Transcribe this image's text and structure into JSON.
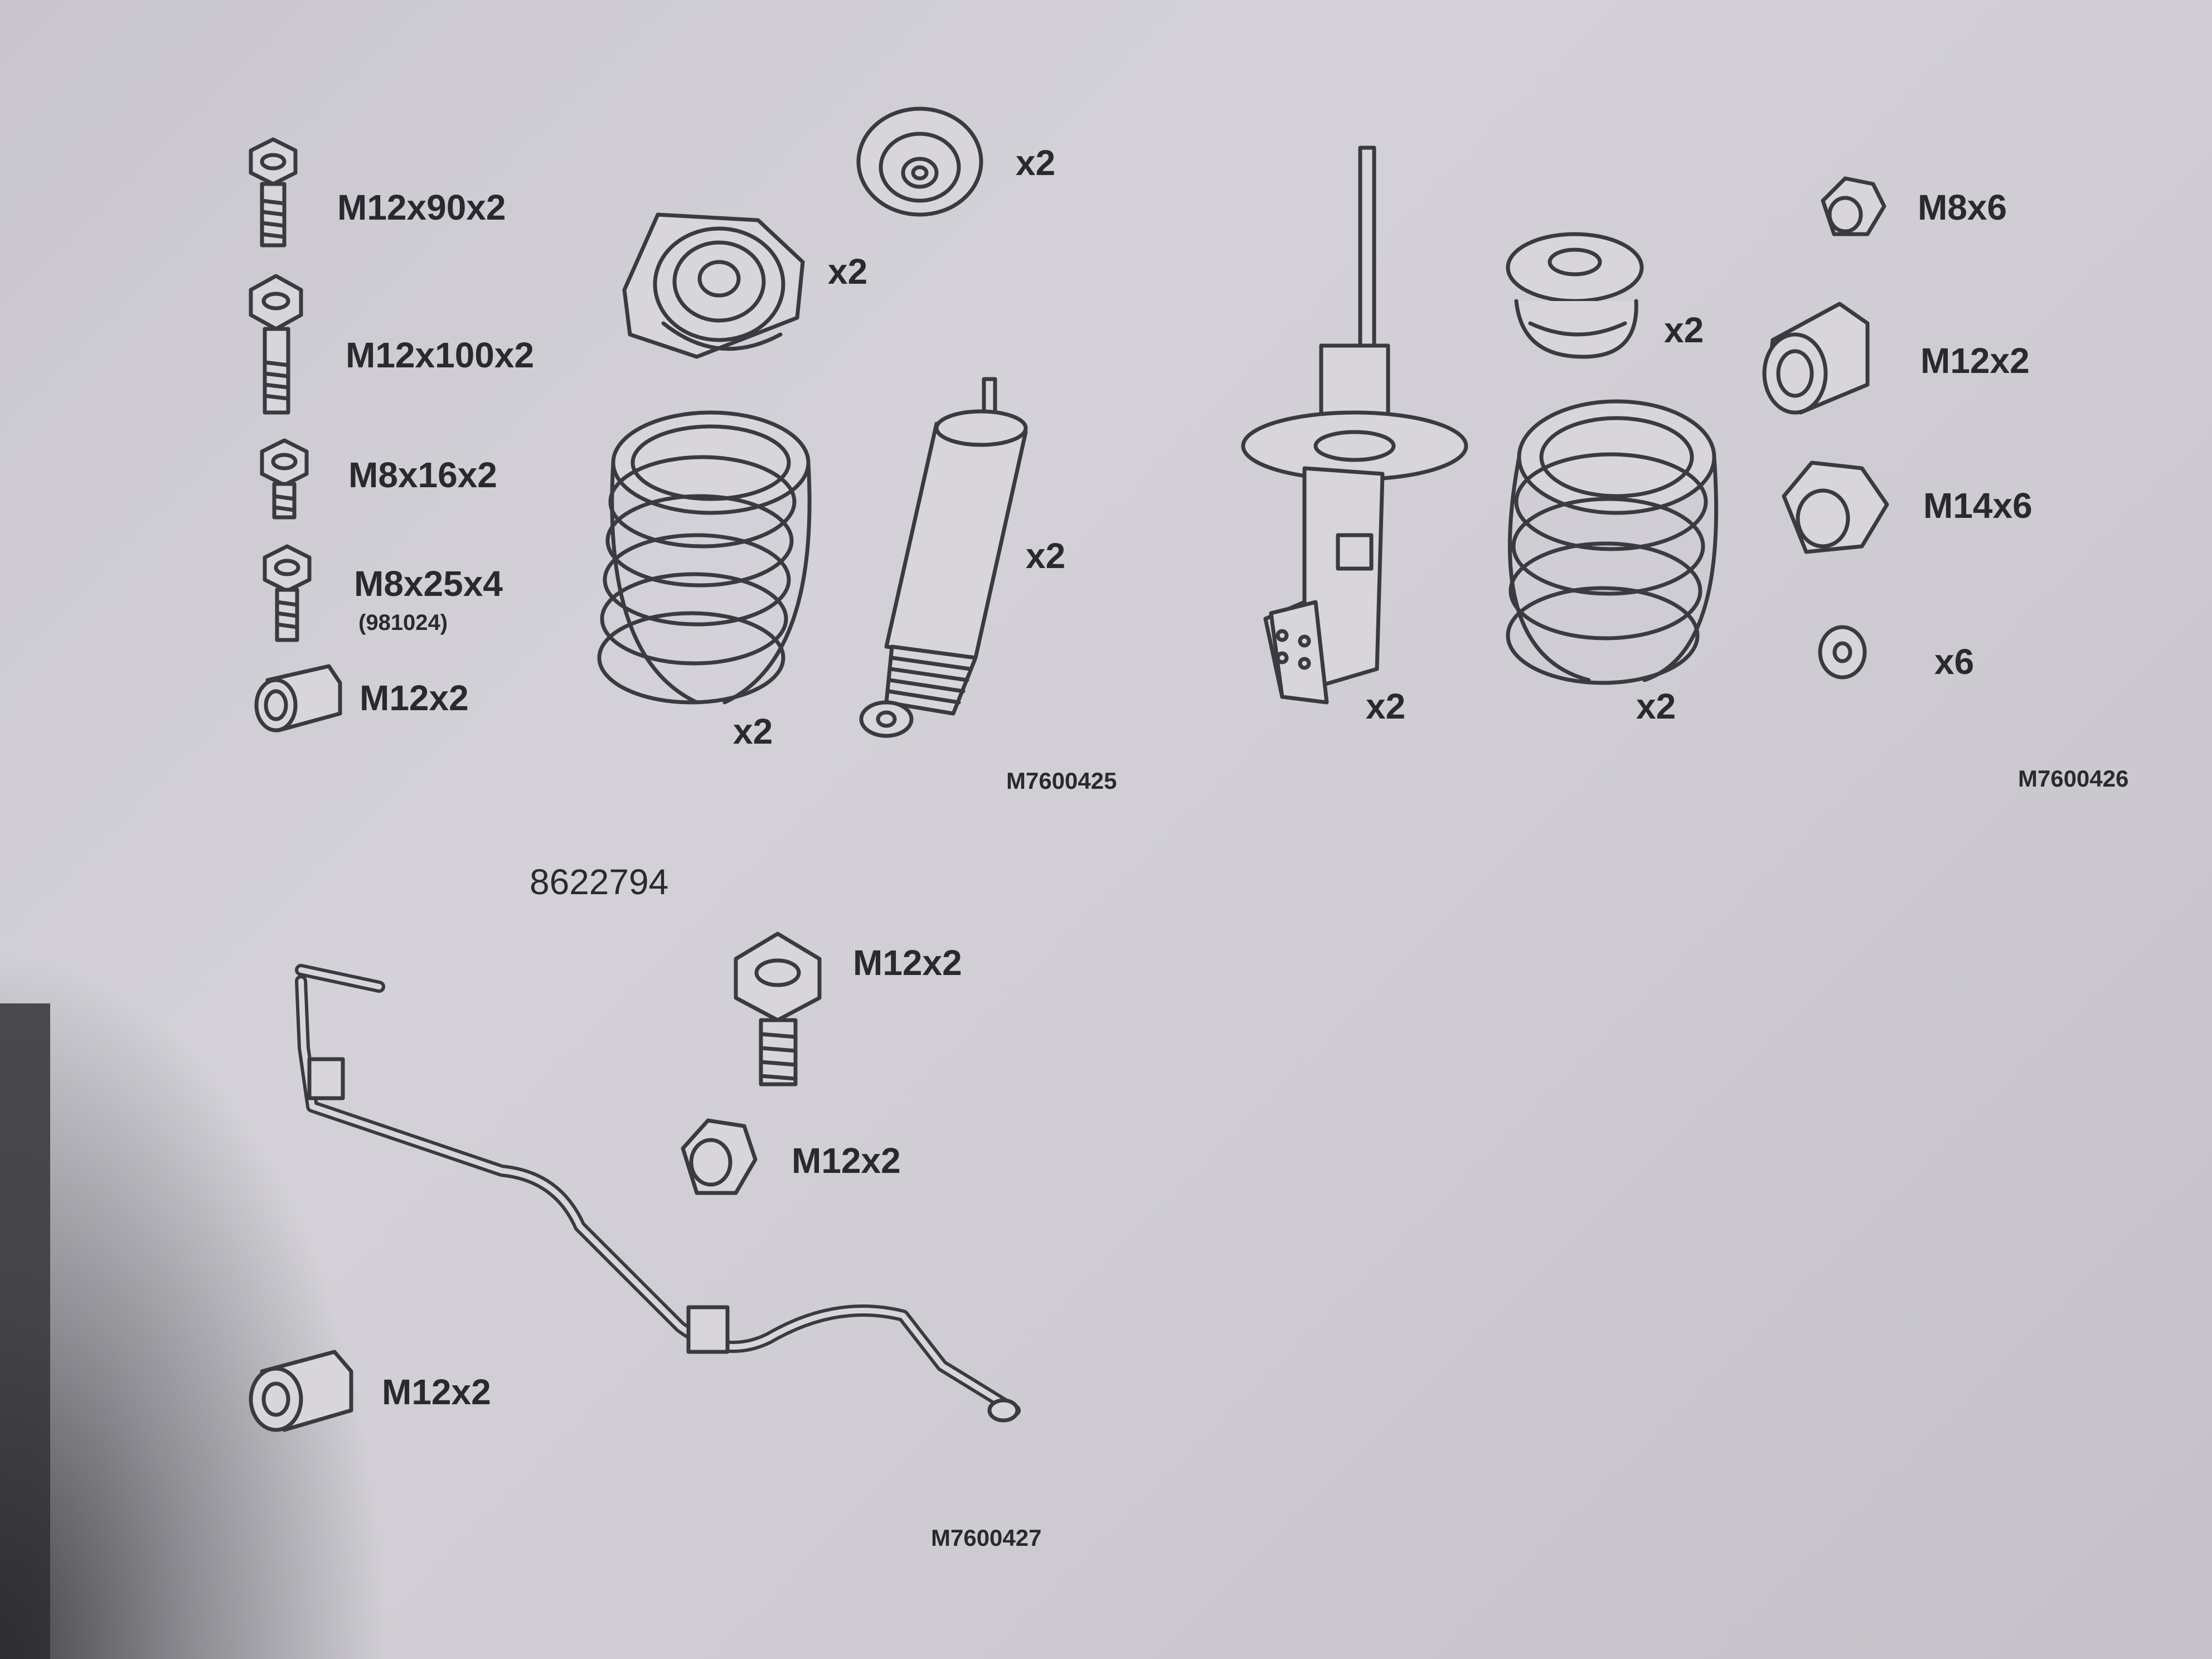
{
  "left_bolts": [
    {
      "label": "M12x90x2"
    },
    {
      "label": "M12x100x2"
    },
    {
      "label": "M8x16x2"
    },
    {
      "label": "M8x25x4",
      "sub": "(981024)"
    },
    {
      "label": "M12x2"
    }
  ],
  "panel1": {
    "mount_cup_qty": "x2",
    "top_mount_qty": "x2",
    "spring_qty": "x2",
    "shock_qty": "x2",
    "code": "M7600425"
  },
  "panel2": {
    "strut_qty": "x2",
    "spring_seat_qty": "x2",
    "spring_qty": "x2",
    "code": "M7600426"
  },
  "right_fasteners": [
    {
      "label": "M8x6"
    },
    {
      "label": "M12x2"
    },
    {
      "label": "M14x6"
    },
    {
      "label": "x6"
    }
  ],
  "panel3": {
    "part_number": "8622794",
    "bolt_label": "M12x2",
    "nut_label": "M12x2",
    "sleeve_label": "M12x2",
    "code": "M7600427"
  }
}
